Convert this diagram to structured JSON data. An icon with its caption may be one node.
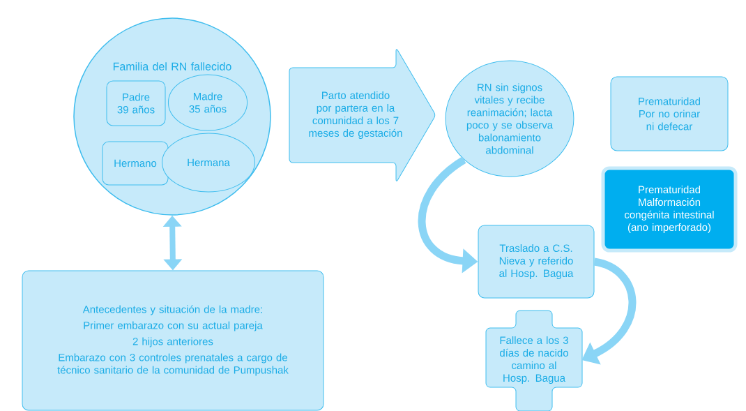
{
  "diagram": {
    "nodes": [
      {
        "text": [
          "Familia del RN fallecido"
        ]
      },
      {
        "text": [
          "Padre 39 años"
        ],
        "in": 0
      },
      {
        "text": [
          "Madre 35 años"
        ],
        "in": 0
      },
      {
        "text": [
          "Hermano"
        ],
        "in": 0
      },
      {
        "text": [
          "Hermana"
        ],
        "in": 0
      },
      {
        "text": [
          "Antecedentes y situación de la madre:",
          "Primer embarazo con su actual pareja",
          "2 hijos anteriores",
          "Embarazo con 3 controles prenatales a cargo de técnico sanitario de la comunidad de Pumpushak"
        ]
      },
      {
        "text": [
          "Parto atendido por partera en la comunidad a los 7 meses de gestación"
        ]
      },
      {
        "text": [
          "RN sin signos vitales y recibe reanimación; lacta poco y se observa balonamiento abdominal"
        ]
      },
      {
        "text": [
          "Prematuridad Por no orinar ni defecar"
        ]
      },
      {
        "text": [
          "Prematuridad Malformación congénita intestinal (ano imperforado)"
        ]
      },
      {
        "text": [
          "Traslado a C.S. Nieva y referido al Hosp. Bagua"
        ]
      },
      {
        "text": [
          "Fallece a los 3 días de nacido camino al Hosp. Bagua"
        ]
      }
    ],
    "edges": [
      {
        "from": 0,
        "to": 5,
        "arrow": "both"
      },
      {
        "from": 7,
        "to": 10,
        "arrow": "to"
      },
      {
        "from": 10,
        "to": 11,
        "arrow": "to"
      }
    ]
  }
}
